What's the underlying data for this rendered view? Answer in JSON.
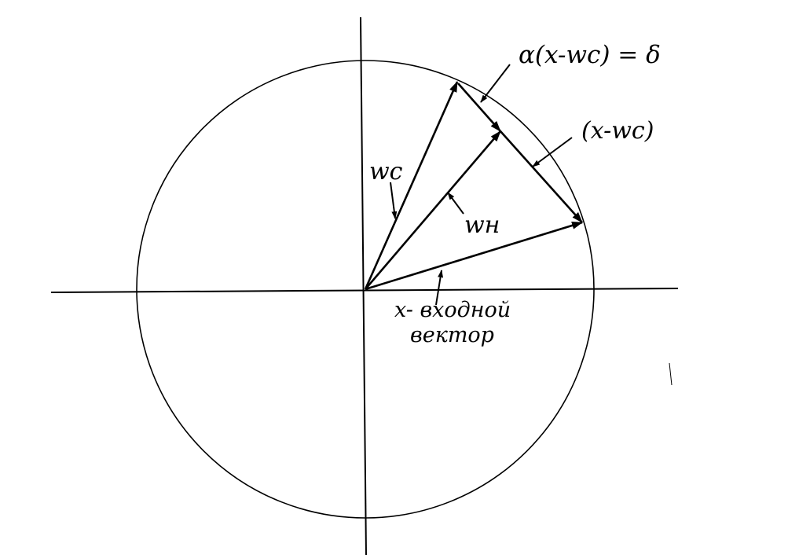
{
  "labels": {
    "alpha_formula": "α(x-wс) = δ",
    "x_minus_wc": "(x-wс)",
    "wc": "wс",
    "wn": "wн",
    "x_input_line1": "x- входной",
    "x_input_line2": "вектор"
  },
  "colors": {
    "ink": "#000000",
    "background": "#ffffff"
  }
}
